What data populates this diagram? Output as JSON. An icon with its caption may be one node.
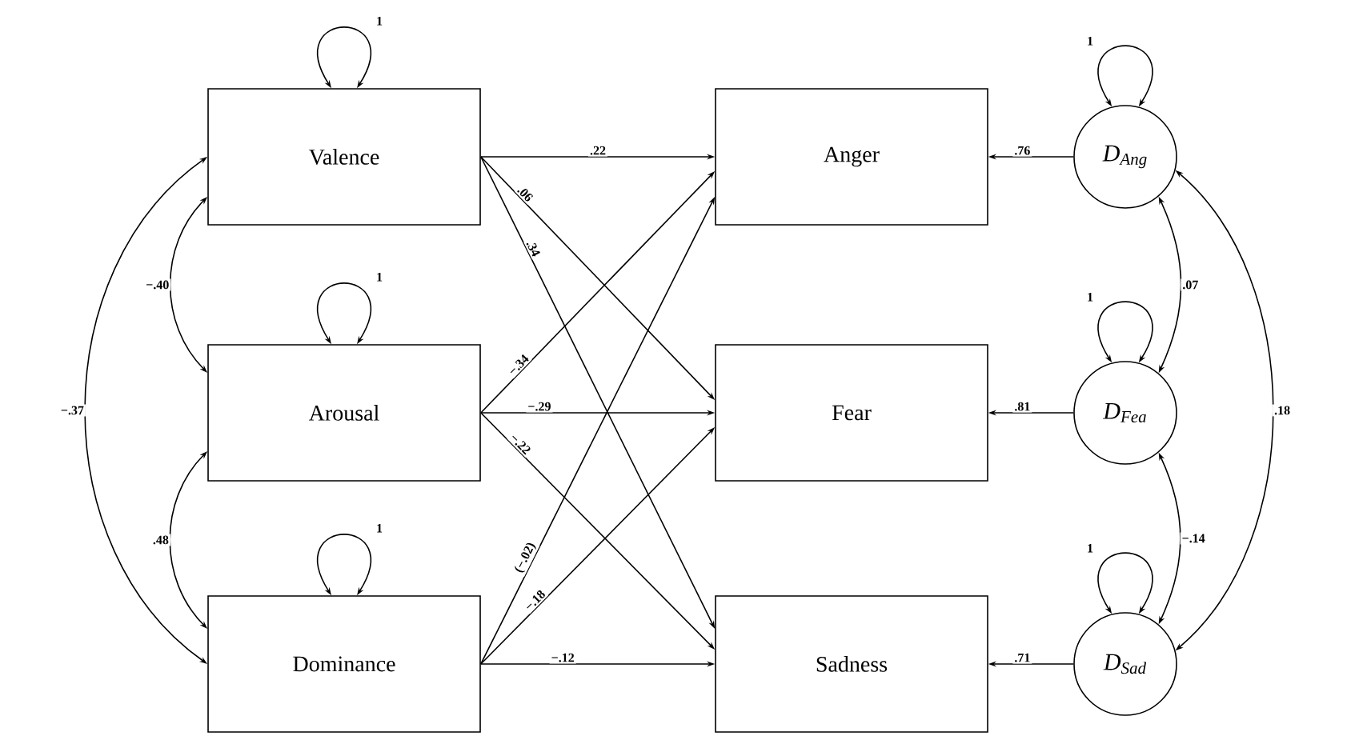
{
  "diagram": {
    "nodes": [
      {
        "text": [
          "Valence"
        ]
      },
      {
        "text": [
          "Arousal"
        ]
      },
      {
        "text": [
          "Dominance"
        ]
      },
      {
        "text": [
          "Anger"
        ]
      },
      {
        "text": [
          "Fear"
        ]
      },
      {
        "text": [
          "Sadness"
        ]
      },
      {
        "text": [
          "D$_{Ang}$"
        ]
      },
      {
        "text": [
          "D$_{Fea}$"
        ]
      },
      {
        "text": [
          "D$_{Sad}$"
        ]
      }
    ],
    "edges": [
      {
        "from": 0,
        "to": 0,
        "arrow": "both",
        "label": "1"
      },
      {
        "from": 1,
        "to": 1,
        "arrow": "both",
        "label": "1"
      },
      {
        "from": 2,
        "to": 2,
        "arrow": "both",
        "label": "1"
      },
      {
        "from": 6,
        "to": 6,
        "arrow": "both",
        "label": "1"
      },
      {
        "from": 7,
        "to": 7,
        "arrow": "both",
        "label": "1"
      },
      {
        "from": 8,
        "to": 8,
        "arrow": "both",
        "label": "1"
      },
      {
        "from": 0,
        "to": 3,
        "arrow": "to",
        "label": ".22"
      },
      {
        "from": 0,
        "to": 4,
        "arrow": "to",
        "label": ".06"
      },
      {
        "from": 0,
        "to": 5,
        "arrow": "to",
        "label": ".34"
      },
      {
        "from": 1,
        "to": 3,
        "arrow": "to",
        "label": "−.34"
      },
      {
        "from": 1,
        "to": 4,
        "arrow": "to",
        "label": "−.29"
      },
      {
        "from": 1,
        "to": 5,
        "arrow": "to",
        "label": "−.22"
      },
      {
        "from": 2,
        "to": 3,
        "arrow": "to",
        "label": "(−.02)"
      },
      {
        "from": 2,
        "to": 4,
        "arrow": "to",
        "label": "−.18"
      },
      {
        "from": 2,
        "to": 5,
        "arrow": "to",
        "label": "−.12"
      },
      {
        "from": 6,
        "to": 3,
        "arrow": "to",
        "label": ".76"
      },
      {
        "from": 7,
        "to": 4,
        "arrow": "to",
        "label": ".81"
      },
      {
        "from": 8,
        "to": 5,
        "arrow": "to",
        "label": ".71"
      },
      {
        "from": 0,
        "to": 1,
        "arrow": "both",
        "label": "−.40"
      },
      {
        "from": 1,
        "to": 2,
        "arrow": "both",
        "label": ".48"
      },
      {
        "from": 0,
        "to": 2,
        "arrow": "both",
        "label": "−.37"
      },
      {
        "from": 6,
        "to": 7,
        "arrow": "both",
        "label": ".07"
      },
      {
        "from": 7,
        "to": 8,
        "arrow": "both",
        "label": "−.14"
      },
      {
        "from": 6,
        "to": 8,
        "arrow": "both",
        "label": ".18"
      }
    ]
  }
}
